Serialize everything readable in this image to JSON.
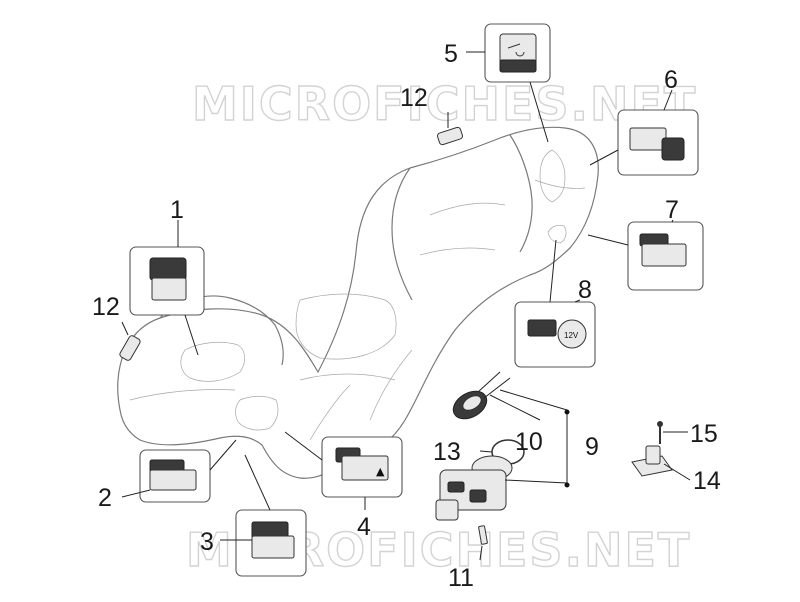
{
  "watermark": {
    "text_top": "MICROFICHES.NET",
    "text_bottom": "MICROFICHES.NET"
  },
  "callouts": {
    "c1": "1",
    "c2": "2",
    "c3": "3",
    "c4": "4",
    "c5": "5",
    "c6": "6",
    "c7": "7",
    "c8": "8",
    "c9": "9",
    "c10": "10",
    "c11": "11",
    "c12a": "12",
    "c12b": "12",
    "c13": "13",
    "c14": "14",
    "c15": "15"
  },
  "part_markings": {
    "socket_cap": "12V",
    "hazard_symbol": "▲"
  },
  "colors": {
    "linework": "#7a7a7a",
    "watermark": "#d3d3d3",
    "ink": "#1a1a1a"
  }
}
